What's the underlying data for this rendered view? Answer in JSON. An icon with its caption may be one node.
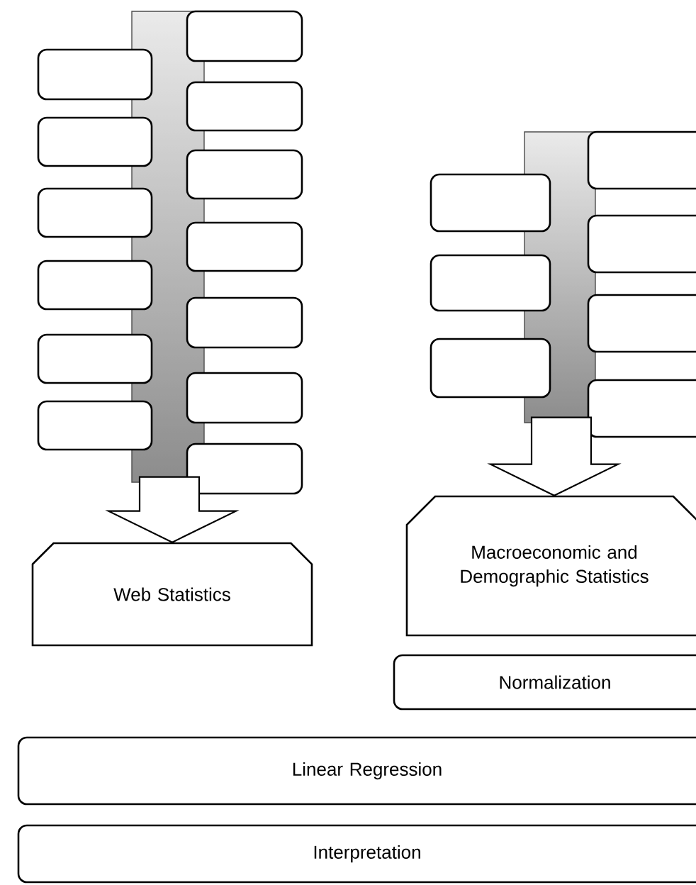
{
  "diagram": {
    "nodes": [
      {
        "text": [],
        "shape": "bar"
      },
      {
        "text": [],
        "shape": "box"
      },
      {
        "text": [],
        "shape": "box"
      },
      {
        "text": [],
        "shape": "box"
      },
      {
        "text": [],
        "shape": "box"
      },
      {
        "text": [],
        "shape": "box"
      },
      {
        "text": [],
        "shape": "box"
      },
      {
        "text": [],
        "shape": "box"
      },
      {
        "text": [],
        "shape": "box"
      },
      {
        "text": [],
        "shape": "box"
      },
      {
        "text": [],
        "shape": "box"
      },
      {
        "text": [],
        "shape": "box"
      },
      {
        "text": [],
        "shape": "box"
      },
      {
        "text": [],
        "shape": "box"
      },
      {
        "text": [],
        "shape": "bar"
      },
      {
        "text": [],
        "shape": "box"
      },
      {
        "text": [],
        "shape": "box"
      },
      {
        "text": [],
        "shape": "box"
      },
      {
        "text": [],
        "shape": "box"
      },
      {
        "text": [],
        "shape": "box"
      },
      {
        "text": [],
        "shape": "box"
      },
      {
        "text": [],
        "shape": "box"
      },
      {
        "text": [
          "Web Statistics"
        ]
      },
      {
        "text": [
          "Macroeconomic and Demographic Statistics"
        ]
      },
      {
        "text": [
          "Normalization"
        ]
      },
      {
        "text": [
          "Linear Regression"
        ]
      },
      {
        "text": [
          "Interpretation"
        ]
      }
    ],
    "edges": [
      {
        "from": 0,
        "to": 22,
        "arrow": "to"
      },
      {
        "from": 14,
        "to": 23,
        "arrow": "to"
      }
    ]
  }
}
